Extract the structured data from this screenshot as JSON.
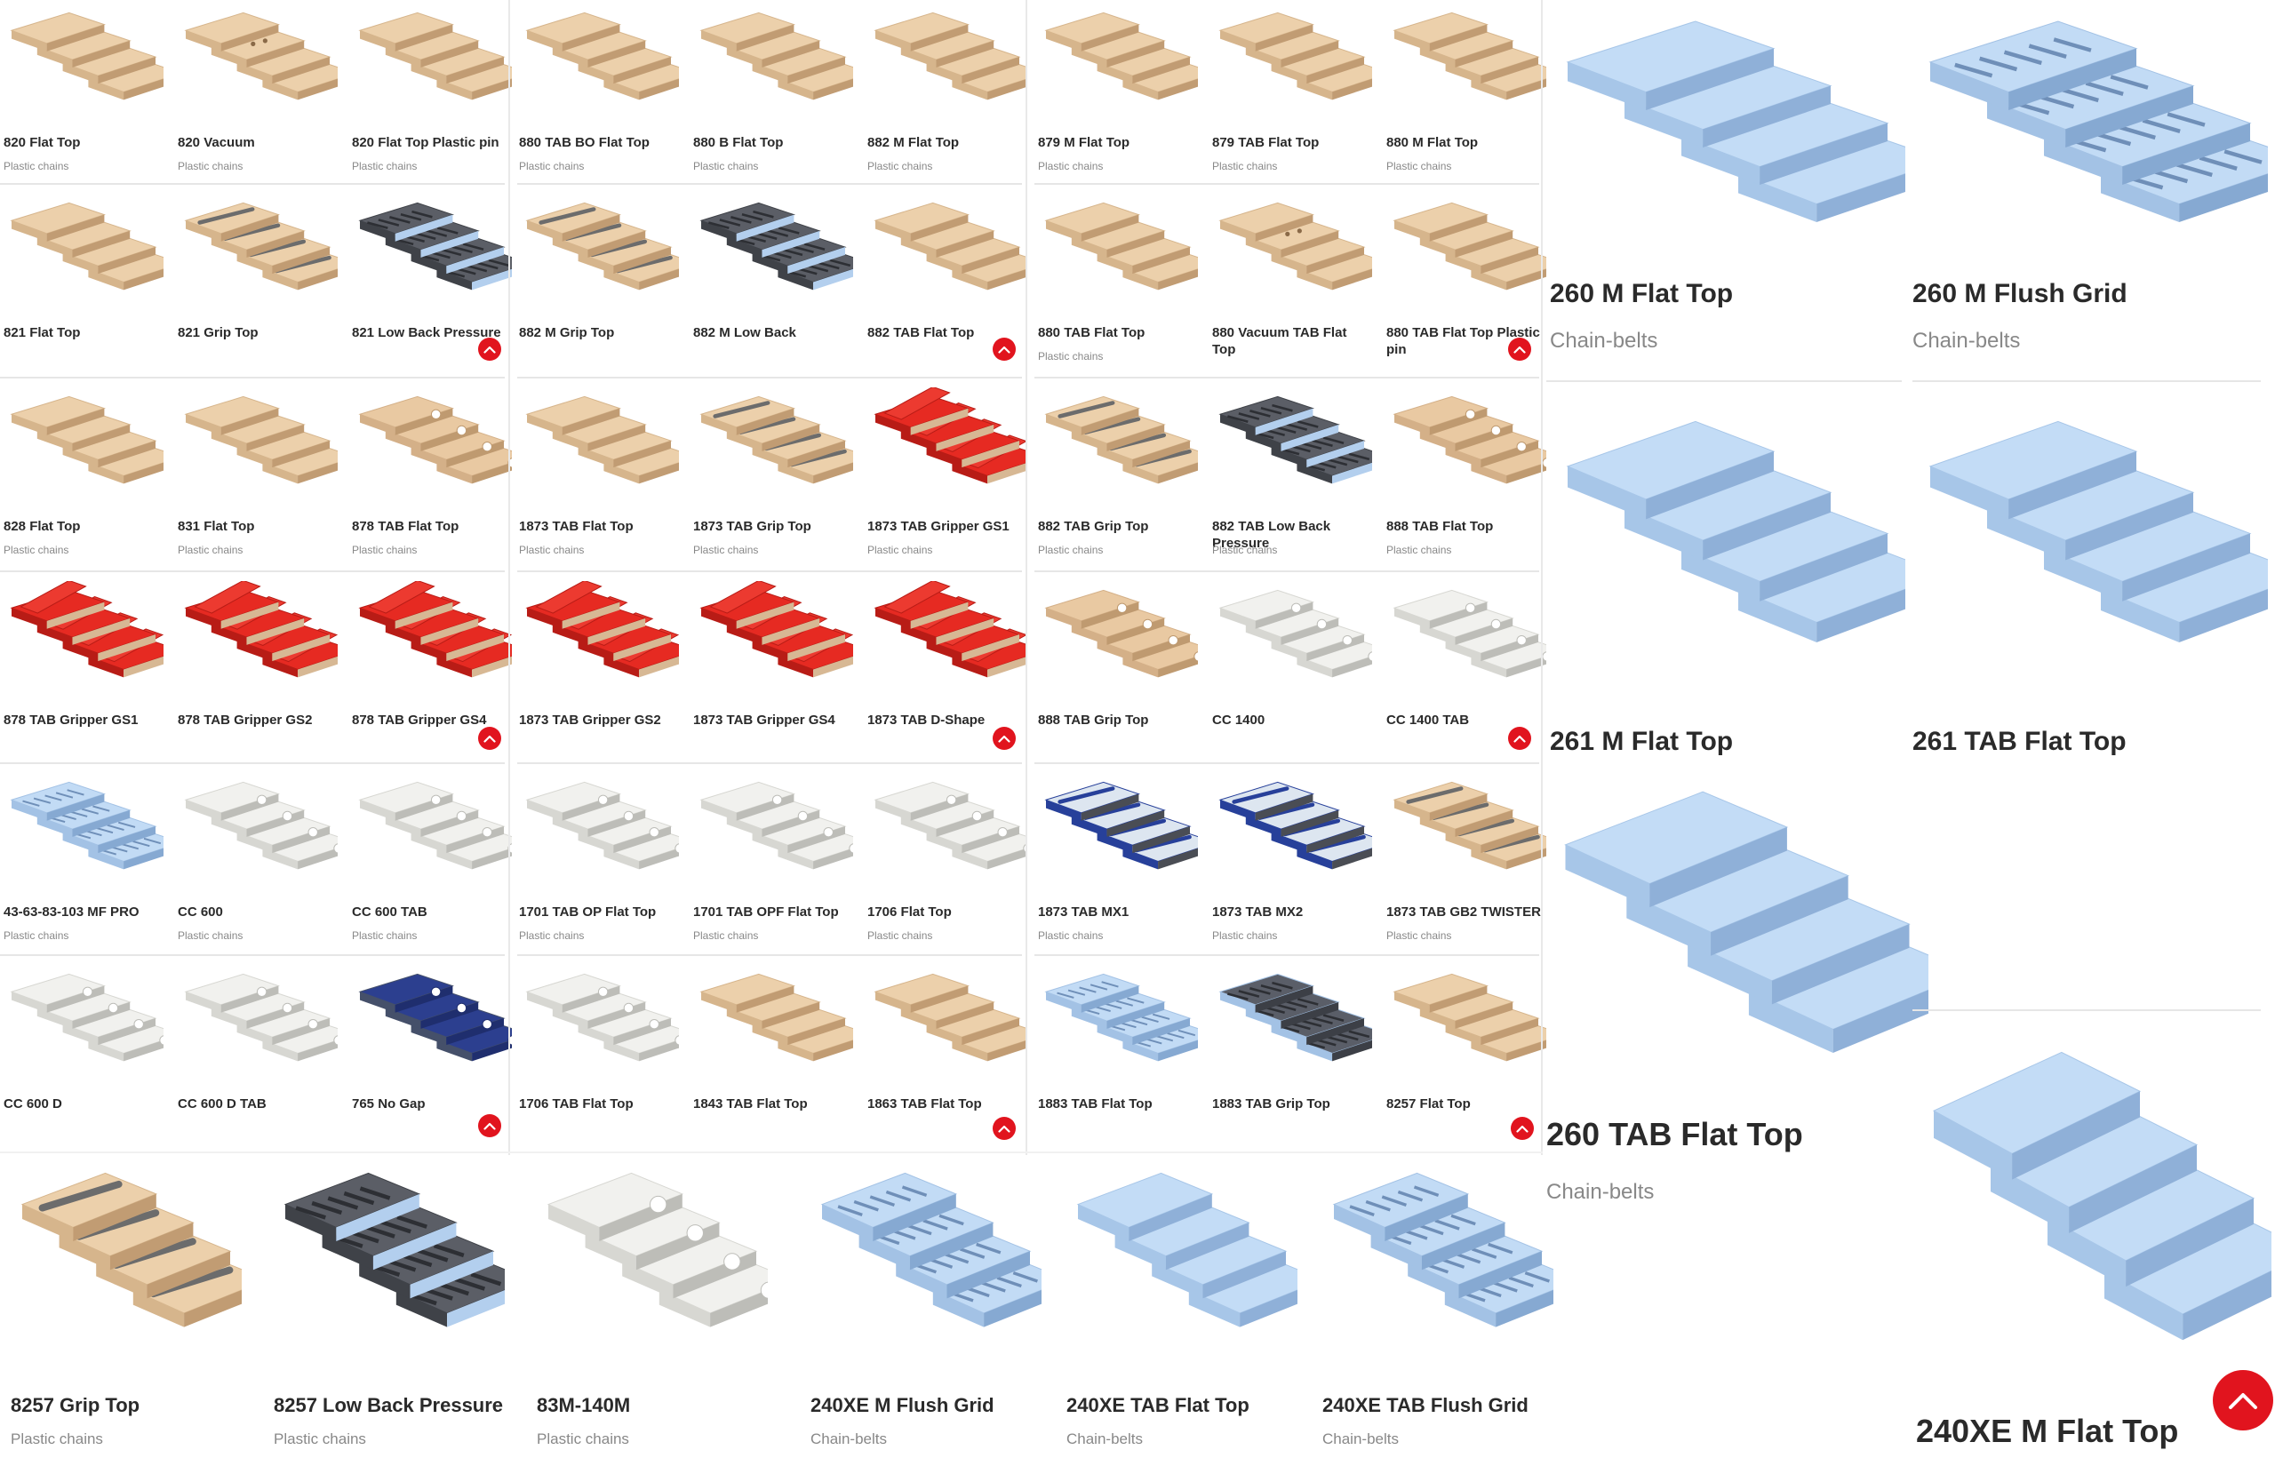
{
  "colors": {
    "accent": "#e1141e",
    "beige": "#e9c9a2",
    "blue": "#b3cfee",
    "red": "#e0241e",
    "white": "#eeeeea",
    "dark": "#4a4d54",
    "navy": "#27409a"
  },
  "icons": {
    "scroll_top": "chevron-up-icon"
  },
  "small_tiles": [
    {
      "name": "820 Flat Top",
      "category": "Plastic chains",
      "style": "beige-flat"
    },
    {
      "name": "820 Vacuum",
      "category": "Plastic chains",
      "style": "beige-dots"
    },
    {
      "name": "820 Flat Top Plastic pin",
      "category": "Plastic chains",
      "style": "beige-flat"
    },
    {
      "name": "880 TAB BO Flat Top",
      "category": "Plastic chains",
      "style": "beige-flat"
    },
    {
      "name": "880 B Flat Top",
      "category": "Plastic chains",
      "style": "beige-flat"
    },
    {
      "name": "882 M Flat Top",
      "category": "Plastic chains",
      "style": "beige-flat"
    },
    {
      "name": "879 M Flat Top",
      "category": "Plastic chains",
      "style": "beige-flat"
    },
    {
      "name": "879 TAB Flat Top",
      "category": "Plastic chains",
      "style": "beige-flat"
    },
    {
      "name": "880 M Flat Top",
      "category": "Plastic chains",
      "style": "beige-flat"
    },
    {
      "name": "821 Flat Top",
      "category": "",
      "style": "beige-flat"
    },
    {
      "name": "821 Grip Top",
      "category": "",
      "style": "beige-grip"
    },
    {
      "name": "821 Low Back Pressure",
      "category": "",
      "style": "dark-rollers"
    },
    {
      "name": "882 M Grip Top",
      "category": "",
      "style": "beige-grip"
    },
    {
      "name": "882 M Low Back",
      "category": "",
      "style": "dark-rollers"
    },
    {
      "name": "882 TAB Flat Top",
      "category": "",
      "style": "beige-flat"
    },
    {
      "name": "880 TAB Flat Top",
      "category": "Plastic chains",
      "style": "beige-flat"
    },
    {
      "name": "880 Vacuum TAB Flat Top",
      "category": "",
      "style": "beige-dots"
    },
    {
      "name": "880 TAB Flat Top Plastic pin",
      "category": "",
      "style": "beige-flat"
    },
    {
      "name": "828 Flat Top",
      "category": "Plastic chains",
      "style": "beige-flat"
    },
    {
      "name": "831 Flat Top",
      "category": "Plastic chains",
      "style": "beige-flat"
    },
    {
      "name": "878 TAB Flat Top",
      "category": "Plastic chains",
      "style": "beige-links"
    },
    {
      "name": "1873 TAB Flat Top",
      "category": "Plastic chains",
      "style": "beige-flat"
    },
    {
      "name": "1873 TAB Grip Top",
      "category": "Plastic chains",
      "style": "beige-grip"
    },
    {
      "name": "1873 TAB Gripper GS1",
      "category": "Plastic chains",
      "style": "red-gripper"
    },
    {
      "name": "882 TAB Grip Top",
      "category": "Plastic chains",
      "style": "beige-grip"
    },
    {
      "name": "882 TAB Low Back Pressure",
      "category": "Plastic chains",
      "style": "dark-rollers"
    },
    {
      "name": "888 TAB Flat Top",
      "category": "Plastic chains",
      "style": "beige-links"
    },
    {
      "name": "878 TAB Gripper GS1",
      "category": "",
      "style": "red-gripper"
    },
    {
      "name": "878 TAB Gripper GS2",
      "category": "",
      "style": "red-gripper"
    },
    {
      "name": "878 TAB Gripper GS4",
      "category": "",
      "style": "red-gripper"
    },
    {
      "name": "1873 TAB Gripper GS2",
      "category": "",
      "style": "red-gripper"
    },
    {
      "name": "1873 TAB Gripper GS4",
      "category": "",
      "style": "red-gripper"
    },
    {
      "name": "1873 TAB D-Shape",
      "category": "",
      "style": "red-gripper"
    },
    {
      "name": "888 TAB Grip Top",
      "category": "",
      "style": "beige-links"
    },
    {
      "name": "CC 1400",
      "category": "",
      "style": "white-links"
    },
    {
      "name": "CC 1400 TAB",
      "category": "",
      "style": "white-links"
    },
    {
      "name": "43-63-83-103 MF PRO",
      "category": "Plastic chains",
      "style": "blue-grid"
    },
    {
      "name": "CC 600",
      "category": "Plastic chains",
      "style": "white-links"
    },
    {
      "name": "CC 600 TAB",
      "category": "Plastic chains",
      "style": "white-links"
    },
    {
      "name": "1701 TAB OP Flat Top",
      "category": "Plastic chains",
      "style": "white-links"
    },
    {
      "name": "1701 TAB OPF Flat Top",
      "category": "Plastic chains",
      "style": "white-links"
    },
    {
      "name": "1706 Flat Top",
      "category": "Plastic chains",
      "style": "white-links"
    },
    {
      "name": "1873 TAB MX1",
      "category": "Plastic chains",
      "style": "navy-strips"
    },
    {
      "name": "1873 TAB MX2",
      "category": "Plastic chains",
      "style": "navy-strips"
    },
    {
      "name": "1873 TAB GB2 TWISTER",
      "category": "Plastic chains",
      "style": "beige-grip"
    },
    {
      "name": "CC 600 D",
      "category": "",
      "style": "white-links"
    },
    {
      "name": "CC 600 D TAB",
      "category": "",
      "style": "white-links"
    },
    {
      "name": "765 No Gap",
      "category": "",
      "style": "navy-links"
    },
    {
      "name": "1706 TAB Flat Top",
      "category": "",
      "style": "white-links"
    },
    {
      "name": "1843 TAB Flat Top",
      "category": "",
      "style": "beige-flat"
    },
    {
      "name": "1863 TAB Flat Top",
      "category": "",
      "style": "beige-flat"
    },
    {
      "name": "1883 TAB Flat Top",
      "category": "",
      "style": "blue-grid"
    },
    {
      "name": "1883 TAB Grip Top",
      "category": "",
      "style": "dark-grid"
    },
    {
      "name": "8257 Flat Top",
      "category": "",
      "style": "beige-flat"
    }
  ],
  "bottom_tiles": [
    {
      "name": "8257 Grip Top",
      "category": "Plastic chains",
      "style": "beige-grip"
    },
    {
      "name": "8257 Low Back Pressure",
      "category": "Plastic chains",
      "style": "dark-rollers"
    },
    {
      "name": "83M-140M",
      "category": "Plastic chains",
      "style": "white-links"
    },
    {
      "name": "240XE M Flush Grid",
      "category": "Chain-belts",
      "style": "blue-grid"
    },
    {
      "name": "240XE TAB Flat Top",
      "category": "Chain-belts",
      "style": "blue-flat"
    },
    {
      "name": "240XE TAB Flush Grid",
      "category": "Chain-belts",
      "style": "blue-grid"
    }
  ],
  "big_tiles": [
    {
      "name": "260 M Flat Top",
      "category": "Chain-belts",
      "style": "blue-flat"
    },
    {
      "name": "260 M Flush Grid",
      "category": "Chain-belts",
      "style": "blue-grid"
    },
    {
      "name": "261 M Flat Top",
      "category": "",
      "style": "blue-flat"
    },
    {
      "name": "261 TAB Flat Top",
      "category": "",
      "style": "blue-flat"
    },
    {
      "name": "260 TAB Flat Top",
      "category": "Chain-belts",
      "style": "blue-flat"
    },
    {
      "name": "240XE M Flat Top",
      "category": "",
      "style": "blue-flat"
    }
  ]
}
